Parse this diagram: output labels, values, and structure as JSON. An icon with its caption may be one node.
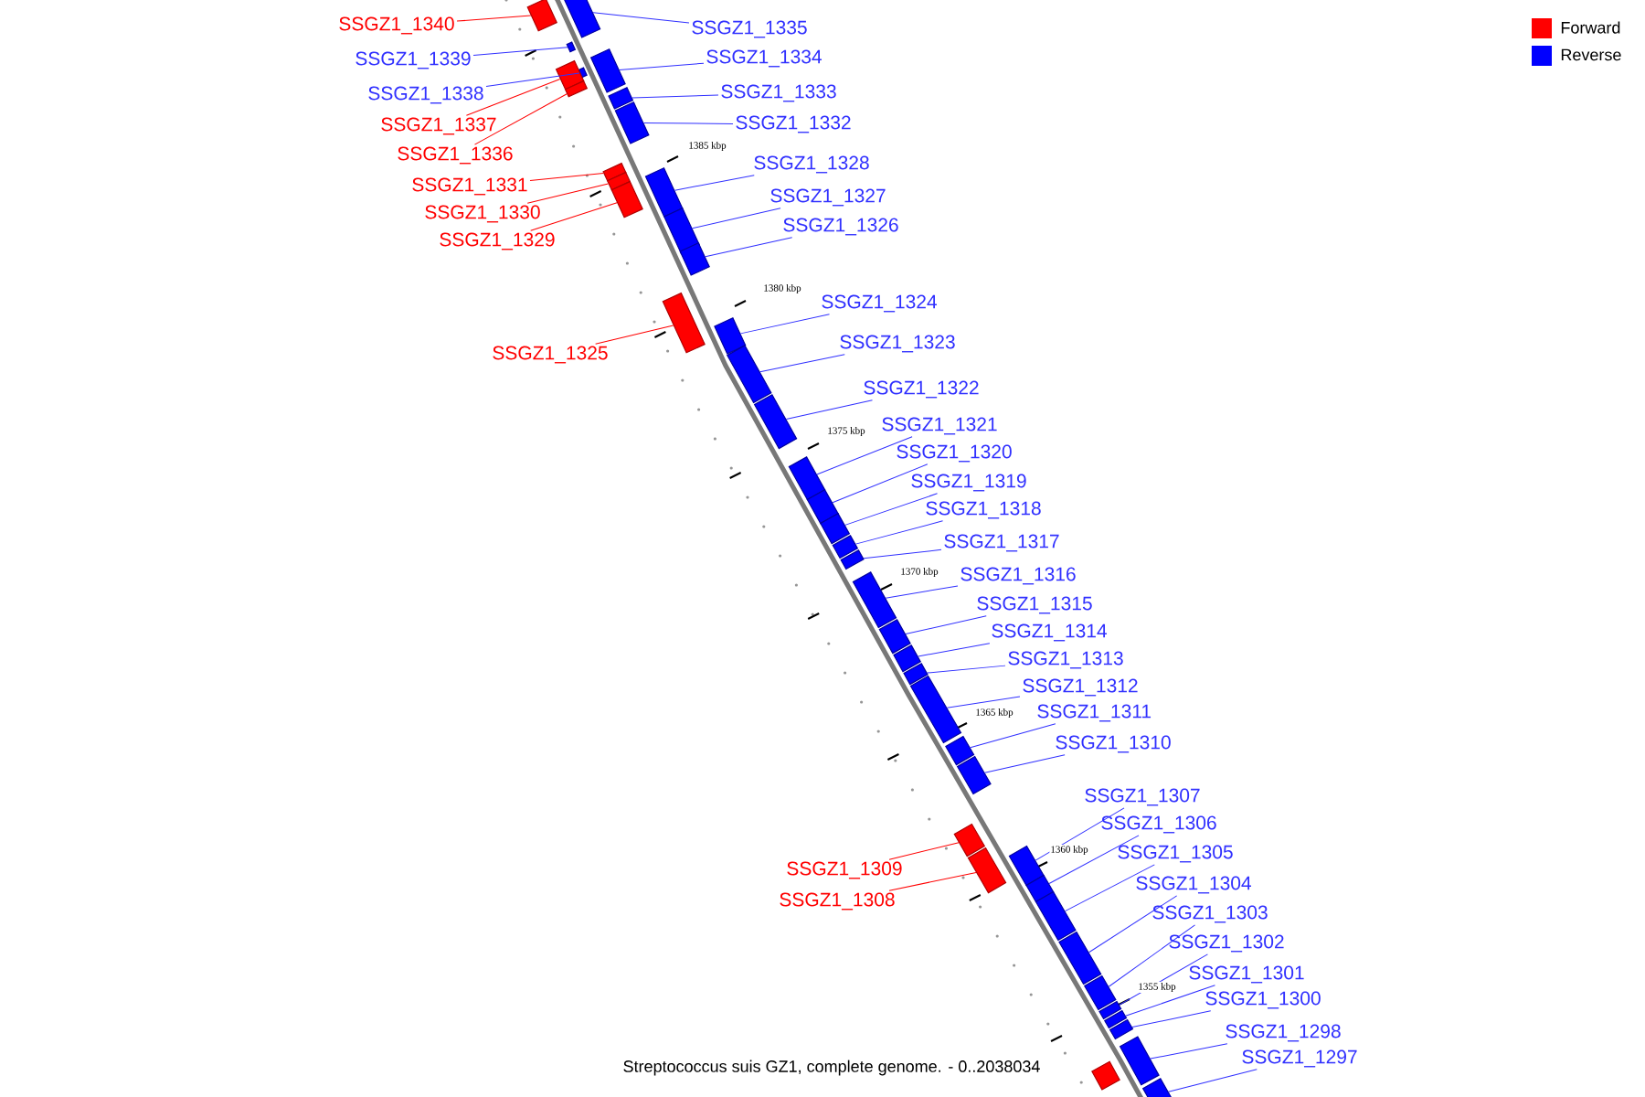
{
  "diagram": {
    "caption": "Streptococcus suis GZ1, complete genome. - 0..2038034",
    "nodes": [
      {
        "text": [
          "SSGZ1_1340"
        ]
      },
      {
        "text": [
          "SSGZ1_1335"
        ]
      },
      {
        "text": [
          "SSGZ1_1334"
        ]
      },
      {
        "text": [
          "SSGZ1_1339"
        ]
      },
      {
        "text": [
          "SSGZ1_1333"
        ]
      },
      {
        "text": [
          "SSGZ1_1338"
        ]
      },
      {
        "text": [
          "SSGZ1_1332"
        ]
      },
      {
        "text": [
          "SSGZ1_1337"
        ]
      },
      {
        "text": [
          "SSGZ1_1336"
        ]
      },
      {
        "text": [
          "SSGZ1_1328"
        ]
      },
      {
        "text": [
          "SSGZ1_1331"
        ]
      },
      {
        "text": [
          "SSGZ1_1327"
        ]
      },
      {
        "text": [
          "SSGZ1_1330"
        ]
      },
      {
        "text": [
          "SSGZ1_1326"
        ]
      },
      {
        "text": [
          "SSGZ1_1329"
        ]
      },
      {
        "text": [
          "SSGZ1_1324"
        ]
      },
      {
        "text": [
          "SSGZ1_1325"
        ]
      },
      {
        "text": [
          "SSGZ1_1323"
        ]
      },
      {
        "text": [
          "SSGZ1_1322"
        ]
      },
      {
        "text": [
          "SSGZ1_1321"
        ]
      },
      {
        "text": [
          "SSGZ1_1320"
        ]
      },
      {
        "text": [
          "SSGZ1_1319"
        ]
      },
      {
        "text": [
          "SSGZ1_1318"
        ]
      },
      {
        "text": [
          "SSGZ1_1317"
        ]
      },
      {
        "text": [
          "SSGZ1_1316"
        ]
      },
      {
        "text": [
          "SSGZ1_1315"
        ]
      },
      {
        "text": [
          "SSGZ1_1314"
        ]
      },
      {
        "text": [
          "SSGZ1_1313"
        ]
      },
      {
        "text": [
          "SSGZ1_1312"
        ]
      },
      {
        "text": [
          "SSGZ1_1311"
        ]
      },
      {
        "text": [
          "SSGZ1_1310"
        ]
      },
      {
        "text": [
          "SSGZ1_1307"
        ]
      },
      {
        "text": [
          "SSGZ1_1306"
        ]
      },
      {
        "text": [
          "SSGZ1_1305"
        ]
      },
      {
        "text": [
          "SSGZ1_1309"
        ]
      },
      {
        "text": [
          "SSGZ1_1304"
        ]
      },
      {
        "text": [
          "SSGZ1_1308"
        ]
      },
      {
        "text": [
          "SSGZ1_1303"
        ]
      },
      {
        "text": [
          "SSGZ1_1302"
        ]
      },
      {
        "text": [
          "SSGZ1_1301"
        ]
      },
      {
        "text": [
          "SSGZ1_1300"
        ]
      },
      {
        "text": [
          "SSGZ1_1298"
        ]
      },
      {
        "text": [
          "SSGZ1_1297"
        ]
      },
      {
        "text": [],
        "shape": "bar"
      },
      {
        "text": [],
        "shape": "bar"
      },
      {
        "text": [],
        "shape": "bar"
      },
      {
        "text": [],
        "shape": "bar"
      },
      {
        "text": [],
        "shape": "bar"
      },
      {
        "text": [],
        "shape": "bar"
      },
      {
        "text": [],
        "shape": "bar"
      },
      {
        "text": [],
        "shape": "bar"
      },
      {
        "text": [],
        "shape": "bar"
      },
      {
        "text": [],
        "shape": "bar"
      },
      {
        "text": [],
        "shape": "bar"
      },
      {
        "text": [],
        "shape": "bar"
      },
      {
        "text": [],
        "shape": "bar"
      },
      {
        "text": [],
        "shape": "bar"
      },
      {
        "text": [],
        "shape": "bar"
      },
      {
        "text": [],
        "shape": "bar"
      },
      {
        "text": [],
        "shape": "bar"
      },
      {
        "text": [],
        "shape": "bar"
      },
      {
        "text": [],
        "shape": "bar"
      },
      {
        "text": [],
        "shape": "bar"
      },
      {
        "text": [],
        "shape": "bar"
      },
      {
        "text": [],
        "shape": "bar"
      },
      {
        "text": [],
        "shape": "bar"
      },
      {
        "text": [],
        "shape": "bar"
      },
      {
        "text": [],
        "shape": "bar"
      },
      {
        "text": [],
        "shape": "bar"
      },
      {
        "text": [],
        "shape": "bar"
      },
      {
        "text": [],
        "shape": "bar"
      },
      {
        "text": [],
        "shape": "bar"
      },
      {
        "text": [],
        "shape": "bar"
      },
      {
        "text": [],
        "shape": "bar"
      },
      {
        "text": [],
        "shape": "bar"
      },
      {
        "text": [],
        "shape": "bar"
      },
      {
        "text": [],
        "shape": "bar"
      },
      {
        "text": [],
        "shape": "bar"
      },
      {
        "text": [],
        "shape": "bar"
      },
      {
        "text": [],
        "shape": "bar"
      },
      {
        "text": [],
        "shape": "bar"
      },
      {
        "text": [],
        "shape": "bar"
      },
      {
        "text": [],
        "shape": "bar"
      },
      {
        "text": [],
        "shape": "bar"
      },
      {
        "text": [],
        "shape": "bar"
      },
      {
        "text": [],
        "shape": "bar"
      },
      {
        "text": [],
        "shape": "bar"
      }
    ],
    "edges": [
      {
        "from": 0,
        "to": 43,
        "arrow": "none",
        "color": "#ff0000"
      },
      {
        "from": 1,
        "to": 44,
        "arrow": "none"
      },
      {
        "from": 2,
        "to": 45,
        "arrow": "none"
      },
      {
        "from": 3,
        "to": 46,
        "arrow": "none"
      },
      {
        "from": 4,
        "to": 47,
        "arrow": "none"
      },
      {
        "from": 5,
        "to": 48,
        "arrow": "none"
      },
      {
        "from": 6,
        "to": 49,
        "arrow": "none"
      },
      {
        "from": 7,
        "to": 50,
        "arrow": "none",
        "color": "#ff0000"
      },
      {
        "from": 8,
        "to": 51,
        "arrow": "none",
        "color": "#ff0000"
      },
      {
        "from": 9,
        "to": 52,
        "arrow": "none"
      },
      {
        "from": 10,
        "to": 53,
        "arrow": "none",
        "color": "#ff0000"
      },
      {
        "from": 11,
        "to": 54,
        "arrow": "none"
      },
      {
        "from": 12,
        "to": 55,
        "arrow": "none",
        "color": "#ff0000"
      },
      {
        "from": 13,
        "to": 56,
        "arrow": "none"
      },
      {
        "from": 14,
        "to": 57,
        "arrow": "none",
        "color": "#ff0000"
      },
      {
        "from": 15,
        "to": 58,
        "arrow": "none"
      },
      {
        "from": 16,
        "to": 59,
        "arrow": "none",
        "color": "#ff0000"
      },
      {
        "from": 17,
        "to": 60,
        "arrow": "none"
      },
      {
        "from": 18,
        "to": 61,
        "arrow": "none"
      },
      {
        "from": 19,
        "to": 62,
        "arrow": "none"
      },
      {
        "from": 20,
        "to": 63,
        "arrow": "none"
      },
      {
        "from": 21,
        "to": 64,
        "arrow": "none"
      },
      {
        "from": 22,
        "to": 65,
        "arrow": "none"
      },
      {
        "from": 23,
        "to": 66,
        "arrow": "none"
      },
      {
        "from": 24,
        "to": 67,
        "arrow": "none"
      },
      {
        "from": 25,
        "to": 68,
        "arrow": "none"
      },
      {
        "from": 26,
        "to": 69,
        "arrow": "none"
      },
      {
        "from": 27,
        "to": 70,
        "arrow": "none"
      },
      {
        "from": 28,
        "to": 71,
        "arrow": "none"
      },
      {
        "from": 29,
        "to": 72,
        "arrow": "none"
      },
      {
        "from": 30,
        "to": 73,
        "arrow": "none"
      },
      {
        "from": 31,
        "to": 74,
        "arrow": "none"
      },
      {
        "from": 32,
        "to": 75,
        "arrow": "none"
      },
      {
        "from": 33,
        "to": 76,
        "arrow": "none"
      },
      {
        "from": 34,
        "to": 77,
        "arrow": "none",
        "color": "#ff0000"
      },
      {
        "from": 35,
        "to": 78,
        "arrow": "none"
      },
      {
        "from": 36,
        "to": 79,
        "arrow": "none",
        "color": "#ff0000"
      },
      {
        "from": 37,
        "to": 80,
        "arrow": "none"
      },
      {
        "from": 38,
        "to": 81,
        "arrow": "none"
      },
      {
        "from": 39,
        "to": 82,
        "arrow": "none"
      },
      {
        "from": 40,
        "to": 83,
        "arrow": "none"
      },
      {
        "from": 41,
        "to": 84,
        "arrow": "none"
      },
      {
        "from": 42,
        "to": 85,
        "arrow": "none"
      }
    ],
    "labels": [
      "1385 kbp",
      "1380 kbp",
      "1375 kbp",
      "1370 kbp",
      "1365 kbp",
      "1360 kbp",
      "1355 kbp"
    ],
    "legend": [
      {
        "text": "Forward",
        "color": "#ff0000"
      },
      {
        "text": "Reverse",
        "color": "#0000ff"
      }
    ]
  }
}
